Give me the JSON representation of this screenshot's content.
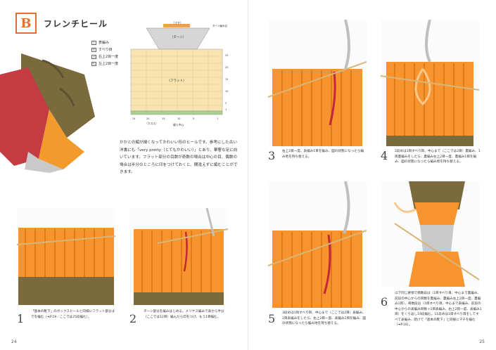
{
  "section": {
    "letter": "B",
    "title": "フレンチヒール"
  },
  "legend": [
    {
      "symbol": "│",
      "label": "表編み"
    },
    {
      "symbol": "V",
      "label": "すべり目"
    },
    {
      "symbol": "⋌",
      "label": "右上2目一度"
    },
    {
      "symbol": "⋋",
      "label": "左上2目一度"
    }
  ],
  "chart": {
    "top_label": "（マチ）",
    "turn_label": "（ターン）",
    "turn_side": "ターン編み目",
    "flat_label": "（フラット）",
    "gusset_label": "（カスス）",
    "center_label": "縫ら中心",
    "row_numbers": [
      "25",
      "20",
      "15",
      "10",
      "5",
      "1"
    ],
    "col_numbers": [
      "24",
      "20",
      "15",
      "10",
      "5",
      "1"
    ]
  },
  "intro": "かかとの編が細くなってかわいい形のヒールです。参考にした古い洋書にも「very pretty（とてもかわいい）」とあり、華奢な足に向いています。フラット部分の目数が奇数の場合は中心の目、偶数の場合は半分のところに印をつけておくと、間違えずに編むことができます。",
  "steps": [
    {
      "num": "1",
      "text": "「基本の靴下」のボックスヒールと同様にフラット部分までを編む（➜P.19／ここでは25段編む）。"
    },
    {
      "num": "2",
      "text": "ターン部分を編みはじめる。メリヤス編みで表から半分（ここでは12目）編んだら印をつけ、もう1目編む。"
    },
    {
      "num": "3",
      "text": "右上2目一度、表編み1目を編み、図の状態になったら編み地を持ち替える。"
    },
    {
      "num": "4",
      "text": "2段めは1目すべり目、中心まで（ここでは2目）裏編み、1目裏編みをしたら、裏編み左上2目一度、裏編み1目を編み、図の状態になったら編み地を持ち替える。"
    },
    {
      "num": "5",
      "text": "3段めは1目すべり目、中心まで（ここでは2目）表編み、2目表編みをしたら、右上2目一度、表編み1目を編み、図の状態になったら編み地を持ち替える。"
    },
    {
      "num": "6",
      "text": "以下同じ要領で偶数段は（1目すべり目、中心まで裏編み、前段の中心からの目数を裏編み、裏編み左上2目一度、裏編み1目）、奇数段は（1目すべり目、中心まで表編み、前段の中心からの表編み目数＋1目表編み、右上2目一度、表編み1目）をくり返し19段編む。11段めは1目すべり目をしてすべて表編み、続けて「基本の靴下」と同様にマチを編む（➜P.16）。"
    }
  ],
  "folios": {
    "left": "24",
    "right": "25"
  }
}
